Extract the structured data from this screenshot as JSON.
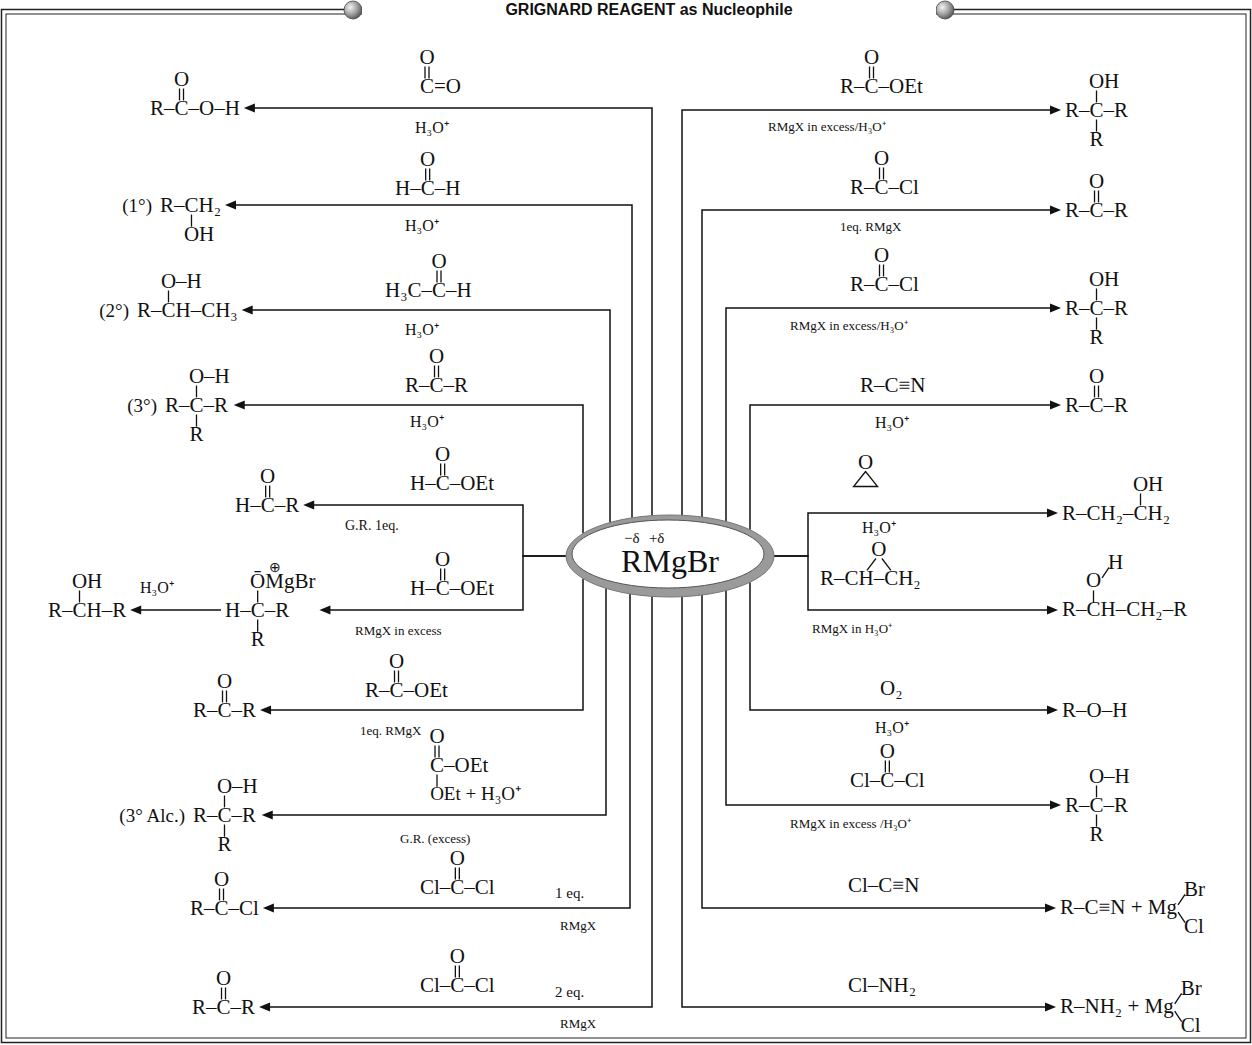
{
  "diagram": {
    "title": "GRIGNARD REAGENT as Nucleophile",
    "nodes": [
      {
        "text": [
          "−δ",
          "+δ",
          "RMgBr"
        ]
      },
      {
        "text": [
          "O",
          "R–C–O–H"
        ]
      },
      {
        "text": [
          "(1°)",
          "R–CH₂",
          "OH"
        ]
      },
      {
        "text": [
          "O–H",
          "(2°)",
          "R–CH–CH₃"
        ]
      },
      {
        "text": [
          "O–H",
          "(3°)",
          "R–C–R",
          "R"
        ]
      },
      {
        "text": [
          "O",
          "H–C–R"
        ]
      },
      {
        "text": [
          "⊕",
          "ŌMgBr",
          "H–C–R",
          "R"
        ]
      },
      {
        "text": [
          "OH",
          "R–CH–R"
        ]
      },
      {
        "text": [
          "O",
          "R–C–R"
        ]
      },
      {
        "text": [
          "O–H",
          "(3° Alc.)",
          "R–C–R",
          "R"
        ]
      },
      {
        "text": [
          "O",
          "R–C–Cl"
        ]
      },
      {
        "text": [
          "O",
          "R–C–R"
        ]
      },
      {
        "text": [
          "OH",
          "R–C–R",
          "R"
        ]
      },
      {
        "text": [
          "O",
          "R–C–R"
        ]
      },
      {
        "text": [
          "OH",
          "R–C–R",
          "R"
        ]
      },
      {
        "text": [
          "O",
          "R–C–R"
        ]
      },
      {
        "text": [
          "OH",
          "R–CH₂–CH₂"
        ]
      },
      {
        "text": [
          "O",
          "H",
          "R–CH–CH₂–R"
        ]
      },
      {
        "text": [
          "R–O–H"
        ]
      },
      {
        "text": [
          "O–H",
          "R–C–R",
          "R"
        ]
      },
      {
        "text": [
          "R–C≡N + Mg",
          "Br",
          "Cl"
        ]
      },
      {
        "text": [
          "R–NH₂ + Mg",
          "Br",
          "Cl"
        ]
      }
    ],
    "edges": [
      {
        "from": 0,
        "to": 1,
        "arrow": "to"
      },
      {
        "from": 0,
        "to": 2,
        "arrow": "to"
      },
      {
        "from": 0,
        "to": 3,
        "arrow": "to"
      },
      {
        "from": 0,
        "to": 4,
        "arrow": "to"
      },
      {
        "from": 0,
        "to": 5,
        "arrow": "to"
      },
      {
        "from": 0,
        "to": 6,
        "arrow": "to"
      },
      {
        "from": 6,
        "to": 7,
        "arrow": "to"
      },
      {
        "from": 0,
        "to": 8,
        "arrow": "to"
      },
      {
        "from": 0,
        "to": 9,
        "arrow": "to"
      },
      {
        "from": 0,
        "to": 10,
        "arrow": "to"
      },
      {
        "from": 0,
        "to": 11,
        "arrow": "to"
      },
      {
        "from": 0,
        "to": 12,
        "arrow": "to"
      },
      {
        "from": 0,
        "to": 13,
        "arrow": "to"
      },
      {
        "from": 0,
        "to": 14,
        "arrow": "to"
      },
      {
        "from": 0,
        "to": 15,
        "arrow": "to"
      },
      {
        "from": 0,
        "to": 16,
        "arrow": "to"
      },
      {
        "from": 0,
        "to": 17,
        "arrow": "to"
      },
      {
        "from": 0,
        "to": 18,
        "arrow": "to"
      },
      {
        "from": 0,
        "to": 19,
        "arrow": "to"
      },
      {
        "from": 0,
        "to": 20,
        "arrow": "to"
      },
      {
        "from": 0,
        "to": 21,
        "arrow": "to"
      }
    ],
    "labels": [
      "O",
      "C=O",
      "H₃O⁺",
      "O",
      "H–C–H",
      "H₃O⁺",
      "O",
      "H₃C–C–H",
      "H₃O⁺",
      "O",
      "R–C–R",
      "H₃O⁺",
      "O",
      "H–C–OEt",
      "G.R. 1eq.",
      "O",
      "H–C–OEt",
      "RMgX in excess",
      "H₃O⁺",
      "O",
      "R–C–OEt",
      "1eq. RMgX",
      "O",
      "C–OEt",
      "OEt + H₃O⁺",
      "G.R. (excess)",
      "O",
      "Cl–C–Cl",
      "1 eq.",
      "RMgX",
      "O",
      "Cl–C–Cl",
      "2 eq.",
      "RMgX",
      "O",
      "R–C–OEt",
      "RMgX in excess/H₃O⁺",
      "O",
      "R–C–Cl",
      "1eq. RMgX",
      "O",
      "R–C–Cl",
      "RMgX in excess/H₃O⁺",
      "R–C≡N",
      "H₃O⁺",
      "O",
      "H₃O⁺",
      "O",
      "R–CH–CH₂",
      "RMgX in H₃O⁺",
      "O₂",
      "H₃O⁺",
      "O",
      "Cl–C–Cl",
      "RMgX in excess /H₃O⁺",
      "Cl–C≡N",
      "Cl–NH₂"
    ]
  }
}
